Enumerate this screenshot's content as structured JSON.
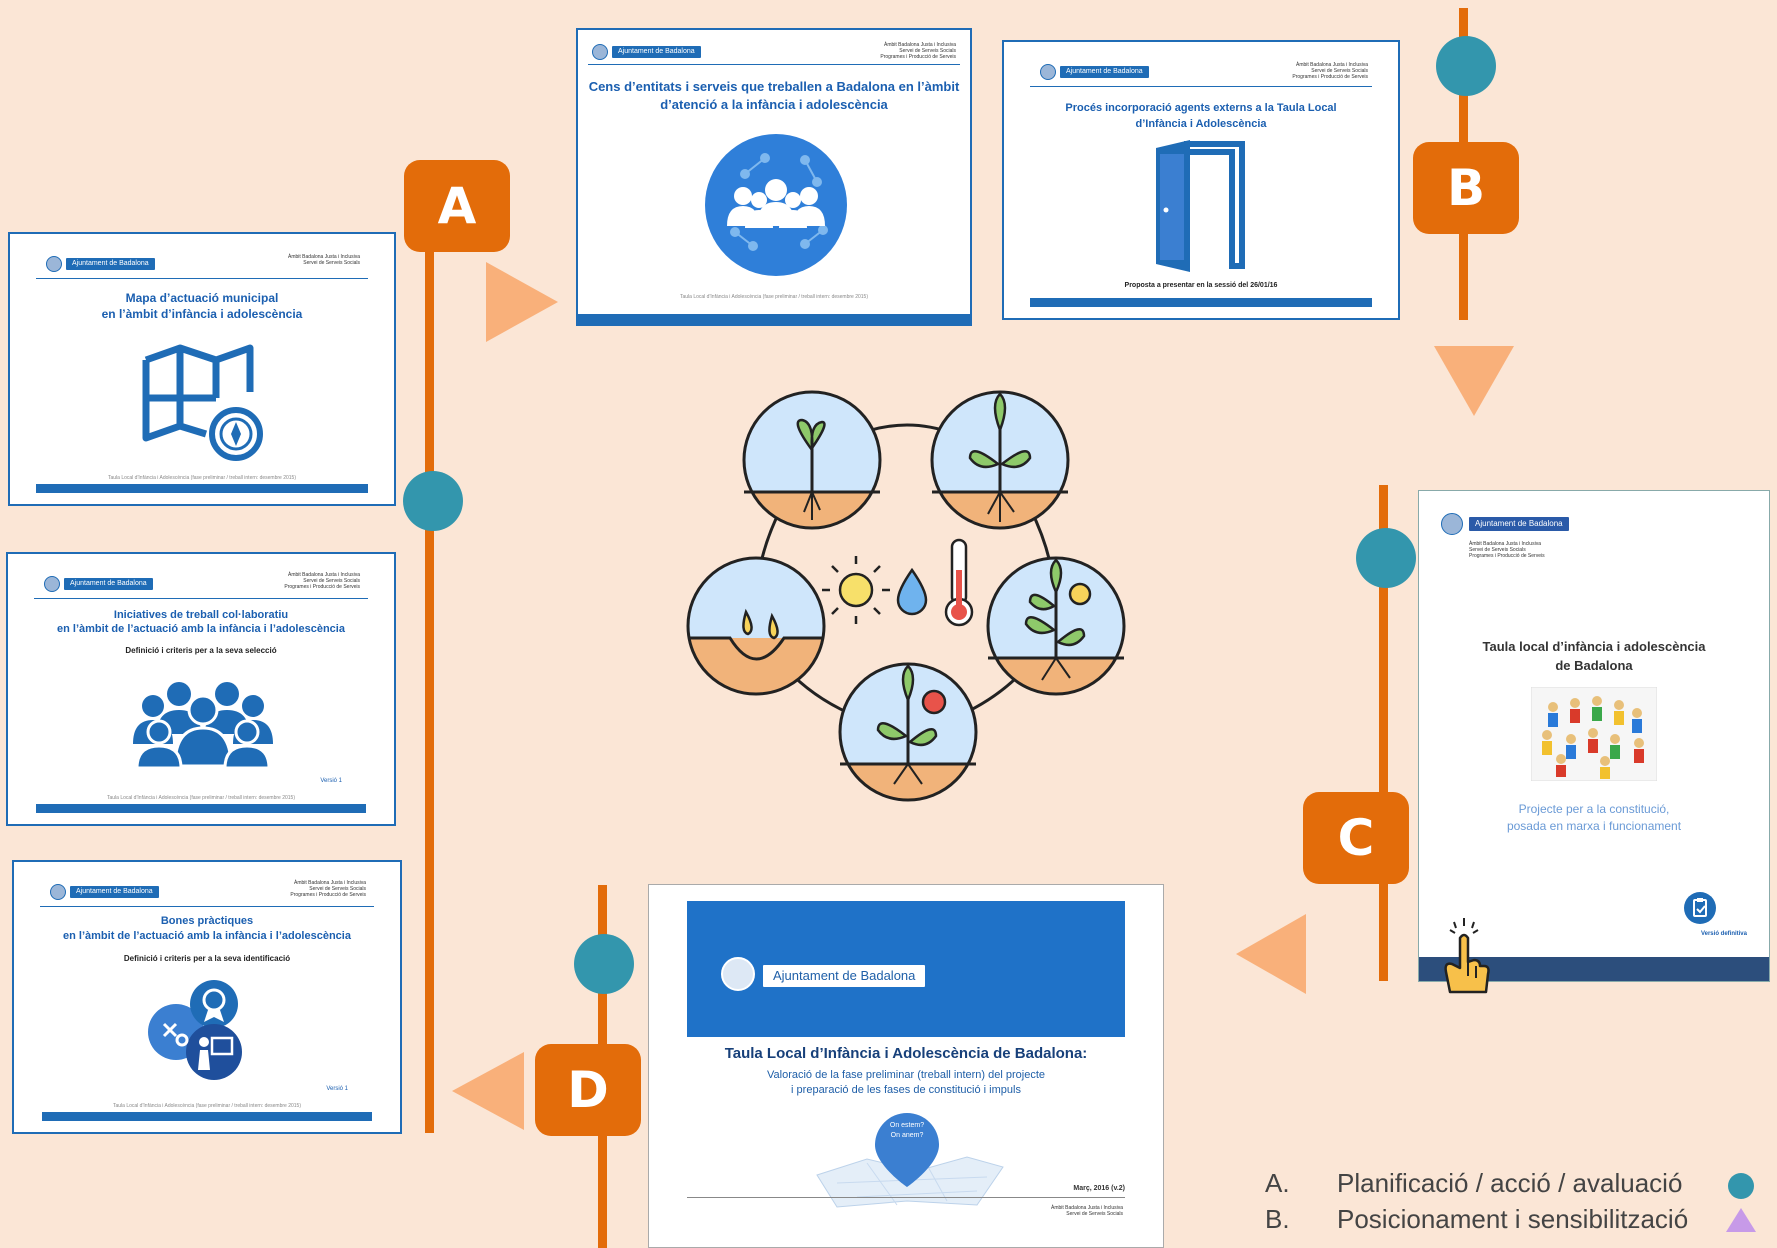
{
  "colors": {
    "background": "#fbe6d6",
    "orange": "#e36c0a",
    "arrow": "#f9b07a",
    "teal": "#3396ad",
    "blue": "#1f6cb6"
  },
  "badges": {
    "a": "A",
    "b": "B",
    "c": "C",
    "d": "D"
  },
  "slides": {
    "mapa": {
      "logo": "Ajuntament de Badalona",
      "header": "Àmbit Badalona Justa i Inclusiva\nServei de Serveis Socials",
      "title": "Mapa d’actuació municipal\nen l’àmbit d’infància i adolescència",
      "footer": "Taula Local d'Infància i Adolescència (fase preliminar / treball intern: desembre 2015)",
      "icon": "map-compass-icon"
    },
    "iniciatives": {
      "logo": "Ajuntament de Badalona",
      "header": "Àmbit Badalona Justa i Inclusiva\nServei de Serveis Socials\nProgrames i Producció de Serveis",
      "title": "Iniciatives de treball col·laboratiu\nen l’àmbit de l’actuació amb la infància i l’adolescència",
      "subtitle": "Definició i criteris per a la seva selecció",
      "version": "Versió 1",
      "footer": "Taula Local d'Infància i Adolescència (fase preliminar / treball intern: desembre 2015)",
      "icon": "people-group-icon"
    },
    "bones": {
      "logo": "Ajuntament de Badalona",
      "header": "Àmbit Badalona Justa i Inclusiva\nServei de Serveis Socials\nProgrames i Producció de Serveis",
      "title": "Bones pràctiques\nen l’àmbit de l’actuació amb la infància i l’adolescència",
      "subtitle": "Definició i criteris per a la seva identificació",
      "version": "Versió 1",
      "footer": "Taula Local d'Infància i Adolescència (fase preliminar / treball intern: desembre 2015)",
      "icon": "best-practices-icon"
    },
    "cens": {
      "logo": "Ajuntament de Badalona",
      "header": "Àmbit Badalona Justa i Inclusiva\nServei de Serveis Socials\nProgrames i Producció de Serveis",
      "title": "Cens d’entitats i serveis que treballen a Badalona en l’àmbit\nd’atenció a la infància i adolescència",
      "footer": "Taula Local d'Infància i Adolescència (fase preliminar / treball intern: desembre 2015)",
      "icon": "network-people-icon"
    },
    "proces": {
      "logo": "Ajuntament de Badalona",
      "header": "Àmbit Badalona Justa i Inclusiva\nServei de Serveis Socials\nProgrames i Producció de Serveis",
      "title": "Procés incorporació agents externs a la Taula Local\nd’Infància i Adolescència",
      "proposal": "Proposta a presentar en la sessió del 26/01/16",
      "icon": "open-door-icon"
    },
    "taula": {
      "logo": "Ajuntament de Badalona",
      "header": "Àmbit Badalona Justa i Inclusiva\nServei de Serveis Socials\nProgrames i Producció de Serveis",
      "title": "Taula local d’infància i adolescència\nde Badalona",
      "subtitle": "Projecte per a la constitució,\nposada en marxa i funcionament",
      "version": "Versió definitiva",
      "icon": "clipboard-icon"
    },
    "valoracio": {
      "logo": "Ajuntament de Badalona",
      "title": "Taula Local d’Infància i Adolescència de Badalona:",
      "subtitle": "Valoració de la fase preliminar (treball intern) del projecte\ni preparació de les fases de constitució i impuls",
      "pin": "On estem?\nOn anem?",
      "date": "Març, 2016 (v.2)",
      "footer": "Àmbit Badalona Justa i Inclusiva\nServei de Serveis Socials",
      "icon": "map-pin-icon"
    }
  },
  "legend": [
    {
      "letter": "A.",
      "label": "Planificació / acció / avaluació",
      "marker": "circle",
      "color": "#3396ad"
    },
    {
      "letter": "B.",
      "label": "Posicionament i sensibilització",
      "marker": "triangle",
      "color": "#c79ae8"
    }
  ]
}
